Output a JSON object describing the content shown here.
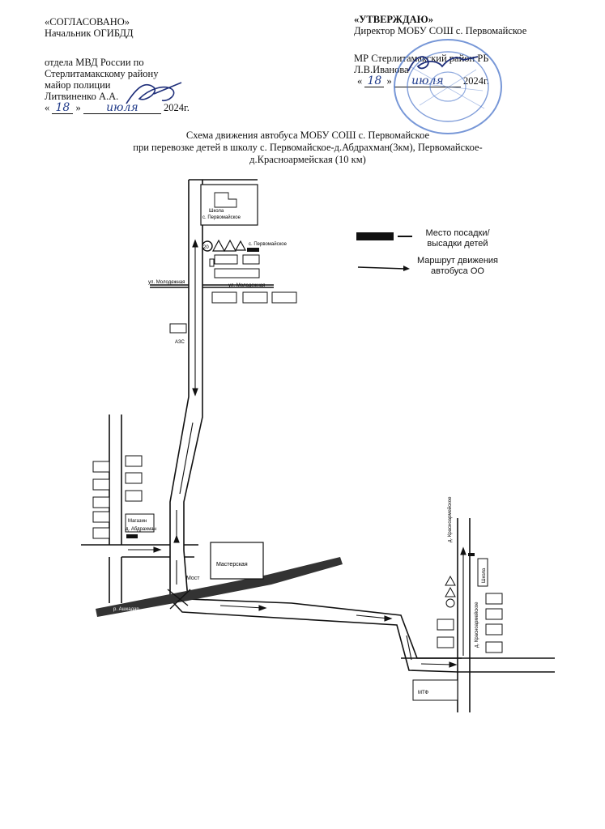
{
  "approval_left": {
    "heading": "«СОГЛАСОВАНО»",
    "line1": "Начальник ОГИБДД",
    "line2": "отдела МВД России по",
    "line3": "Стерлитамакскому району",
    "line4": "майор  полиции",
    "line5": "Литвиненко А.А.",
    "date_open": "«",
    "date_day": "18",
    "date_close": "»",
    "date_month": "июля",
    "date_year": "2024г."
  },
  "approval_right": {
    "heading": "«УТВЕРЖДАЮ»",
    "line1": "Директор МОБУ СОШ  с. Первомайское",
    "line2": "МР Стерлитамакский район РБ",
    "line3": "Л.В.Иванова",
    "date_open": "«",
    "date_day": "18",
    "date_close": "»",
    "date_month": "июля",
    "date_year": "2024г."
  },
  "title": {
    "line1": "Схема движения автобуса МОБУ СОШ с. Первомайское",
    "line2": "при перевозке детей в школу с. Первомайское-д.Абдрахман(3км), Первомайское-",
    "line3": "д.Красноармейская (10 км)"
  },
  "legend": {
    "stop_label_1": "Место посадки/",
    "stop_label_2": "высадки детей",
    "route_label_1": "Маршрут движения",
    "route_label_2": "автобуса ОО"
  },
  "map": {
    "school_1": "Школа",
    "school_2": "с. Первомайское",
    "village_perv": "с. Первомайское",
    "street_left": "ул. Молодежная",
    "street_right": "ул. Молодежная",
    "gas_station": "АЗС",
    "shop": "Магазин",
    "village_abdr": "д. Абдрахман",
    "workshop": "Мастерская",
    "bridge": "Мост",
    "river": "р. Ашкадар",
    "village_kras_top": "д. Красноармейское",
    "village_kras_street": "д. Красноармейское",
    "school_kras": "Школа",
    "mtf": "МТФ",
    "sign_speed": "20"
  }
}
